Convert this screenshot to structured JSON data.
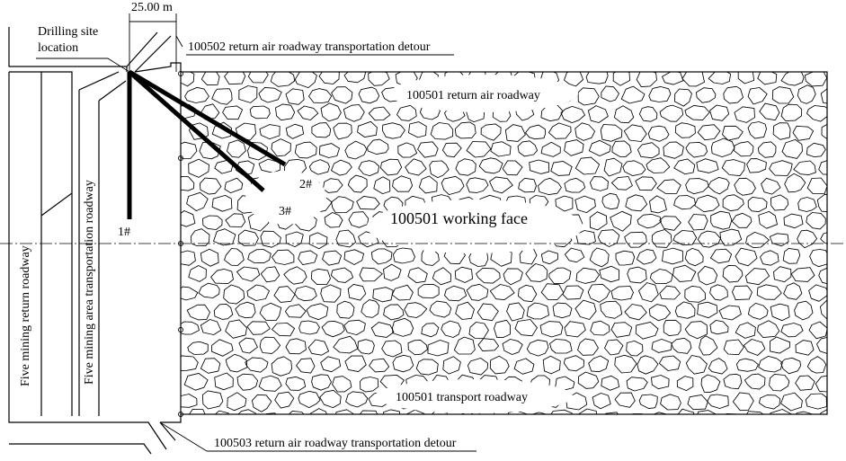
{
  "labels": {
    "dimension": "25.00 m",
    "drilling_site": [
      "Drilling site",
      "location"
    ],
    "detour_top": "100502 return air roadway transportation detour",
    "detour_bottom": "100503 return air roadway transportation detour",
    "return_air_roadway": "100501 return air roadway",
    "working_face": "100501 working face",
    "transport_roadway": "100501  transport roadway",
    "five_mining_return": "Five mining return roadway",
    "five_mining_transport": "Five mining area transportation roadway"
  },
  "boreholes": [
    {
      "id": "1#"
    },
    {
      "id": "2#"
    },
    {
      "id": "3#"
    }
  ]
}
